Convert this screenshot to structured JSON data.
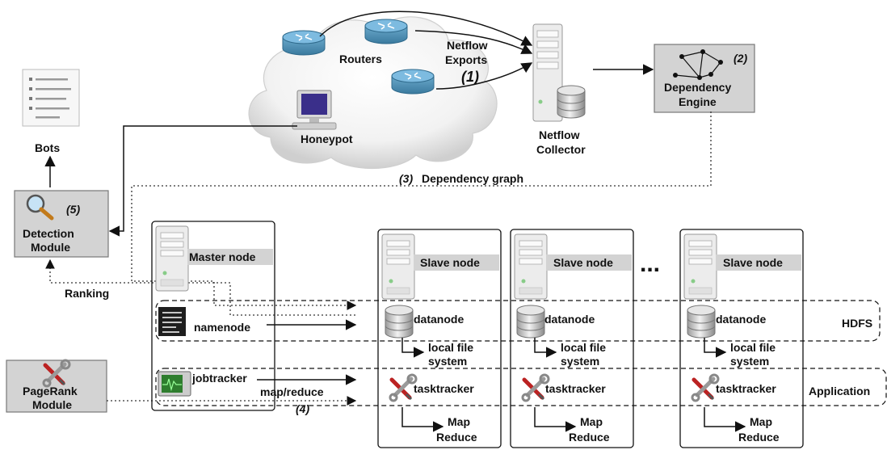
{
  "labels": {
    "routers": "Routers",
    "netflow_exports": [
      "Netflow",
      "Exports"
    ],
    "step1": "(1)",
    "netflow_collector": [
      "Netflow",
      "Collector"
    ],
    "honeypot": "Honeypot",
    "dependency_engine": [
      "Dependency",
      "Engine"
    ],
    "step2": "(2)",
    "bots": "Bots",
    "step3": "(3)",
    "dependency_graph": "Dependency graph",
    "detection_module": [
      "Detection",
      "Module"
    ],
    "step5": "(5)",
    "ranking": "Ranking",
    "pagerank_module": [
      "PageRank",
      "Module"
    ],
    "master_node": "Master node",
    "namenode": "namenode",
    "jobtracker": "jobtracker",
    "map_reduce": "map/reduce",
    "step4": "(4)",
    "hdfs": "HDFS",
    "application": "Application",
    "ellipsis": "...",
    "slave_nodes": [
      {
        "title": "Slave node",
        "datanode": "datanode",
        "fs": [
          "local file",
          "system"
        ],
        "tasktracker": "tasktracker",
        "mr": [
          "Map",
          "Reduce"
        ]
      },
      {
        "title": "Slave node",
        "datanode": "datanode",
        "fs": [
          "local file",
          "system"
        ],
        "tasktracker": "tasktracker",
        "mr": [
          "Map",
          "Reduce"
        ]
      },
      {
        "title": "Slave node",
        "datanode": "datanode",
        "fs": [
          "local file",
          "system"
        ],
        "tasktracker": "tasktracker",
        "mr": [
          "Map",
          "Reduce"
        ]
      }
    ]
  },
  "colors": {
    "box_gray": "#d3d3d3",
    "router_blue": "#4f8fb3",
    "line": "#111111"
  },
  "icons": {
    "router": "router-icon",
    "server": "server-tower-icon",
    "database": "database-icon",
    "magnifier": "magnifier-icon",
    "tools": "wrench-screwdriver-icon",
    "document": "document-list-icon",
    "monitor": "monitor-icon",
    "cloud": "cloud-icon"
  }
}
